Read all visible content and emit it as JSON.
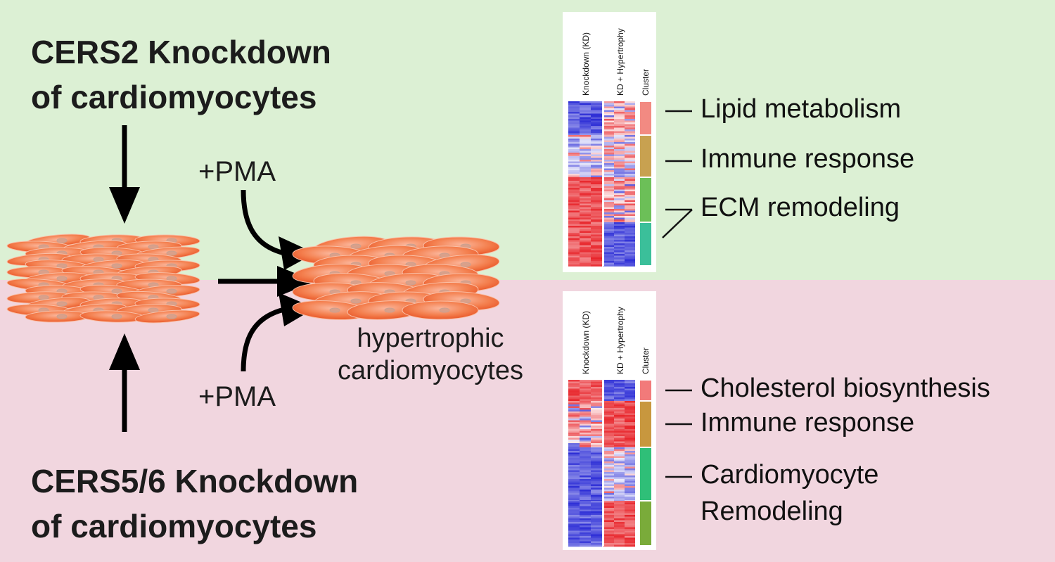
{
  "top_panel": {
    "title_line1": "CERS2 Knockdown",
    "title_line2": "of cardiomyocytes",
    "treatment_label": "+PMA",
    "heatmap": {
      "columns": [
        "Knockdown (KD)",
        "KD + Hypertrophy",
        "Cluster"
      ],
      "clusters": [
        {
          "label": "Lipid metabolism",
          "color": "#f28a82",
          "kd": "blue",
          "hyp": "mixed-red"
        },
        {
          "label": "Immune response",
          "color": "#c8a150",
          "kd": "mixed-blue",
          "hyp": "mixed-blue"
        },
        {
          "label": "ECM remodeling",
          "color": "#6cbf58",
          "kd": "red",
          "hyp": "mixed-red"
        },
        {
          "label": "",
          "color": "#3bbf9a",
          "kd": "red",
          "hyp": "blue"
        }
      ]
    }
  },
  "center": {
    "result_line1": "hypertrophic",
    "result_line2": "cardiomyocytes"
  },
  "bottom_panel": {
    "title_line1": "CERS5/6 Knockdown",
    "title_line2": "of cardiomyocytes",
    "treatment_label": "+PMA",
    "heatmap": {
      "columns": [
        "Knockdown (KD)",
        "KD + Hypertrophy",
        "Cluster"
      ],
      "clusters": [
        {
          "label": "Cholesterol biosynthesis",
          "color": "#f27a7a",
          "kd": "red",
          "hyp": "blue"
        },
        {
          "label": "Immune response",
          "color": "#c8973e",
          "kd": "mixed-red",
          "hyp": "red"
        },
        {
          "label_line1": "Cardiomyocyte",
          "label_line2": "Remodeling",
          "color": "#2fbf78",
          "kd": "blue",
          "hyp": "mixed-blue"
        },
        {
          "label": "",
          "color": "#7aab3a",
          "kd": "blue",
          "hyp": "red"
        }
      ]
    }
  },
  "colors": {
    "top_background": "#dcf0d4",
    "bottom_background": "#f1d6df",
    "cell_fill": "#f26a3c",
    "heatmap_up": "#e8252b",
    "heatmap_down": "#2d2ed6"
  }
}
